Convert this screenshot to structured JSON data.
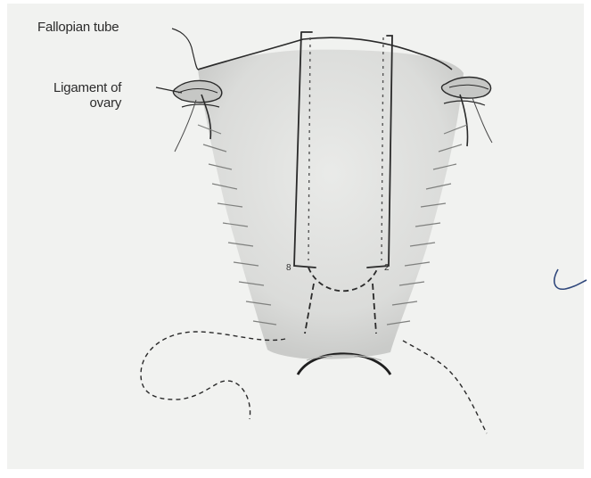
{
  "figure": {
    "labels": {
      "fallopian_tube": "Fallopian tube",
      "ligament_line1": "Ligament of",
      "ligament_line2": "ovary"
    },
    "colors": {
      "paper": "#f1f2f0",
      "ink": "#2a2a2a",
      "shading": "#8c8c8c"
    }
  }
}
